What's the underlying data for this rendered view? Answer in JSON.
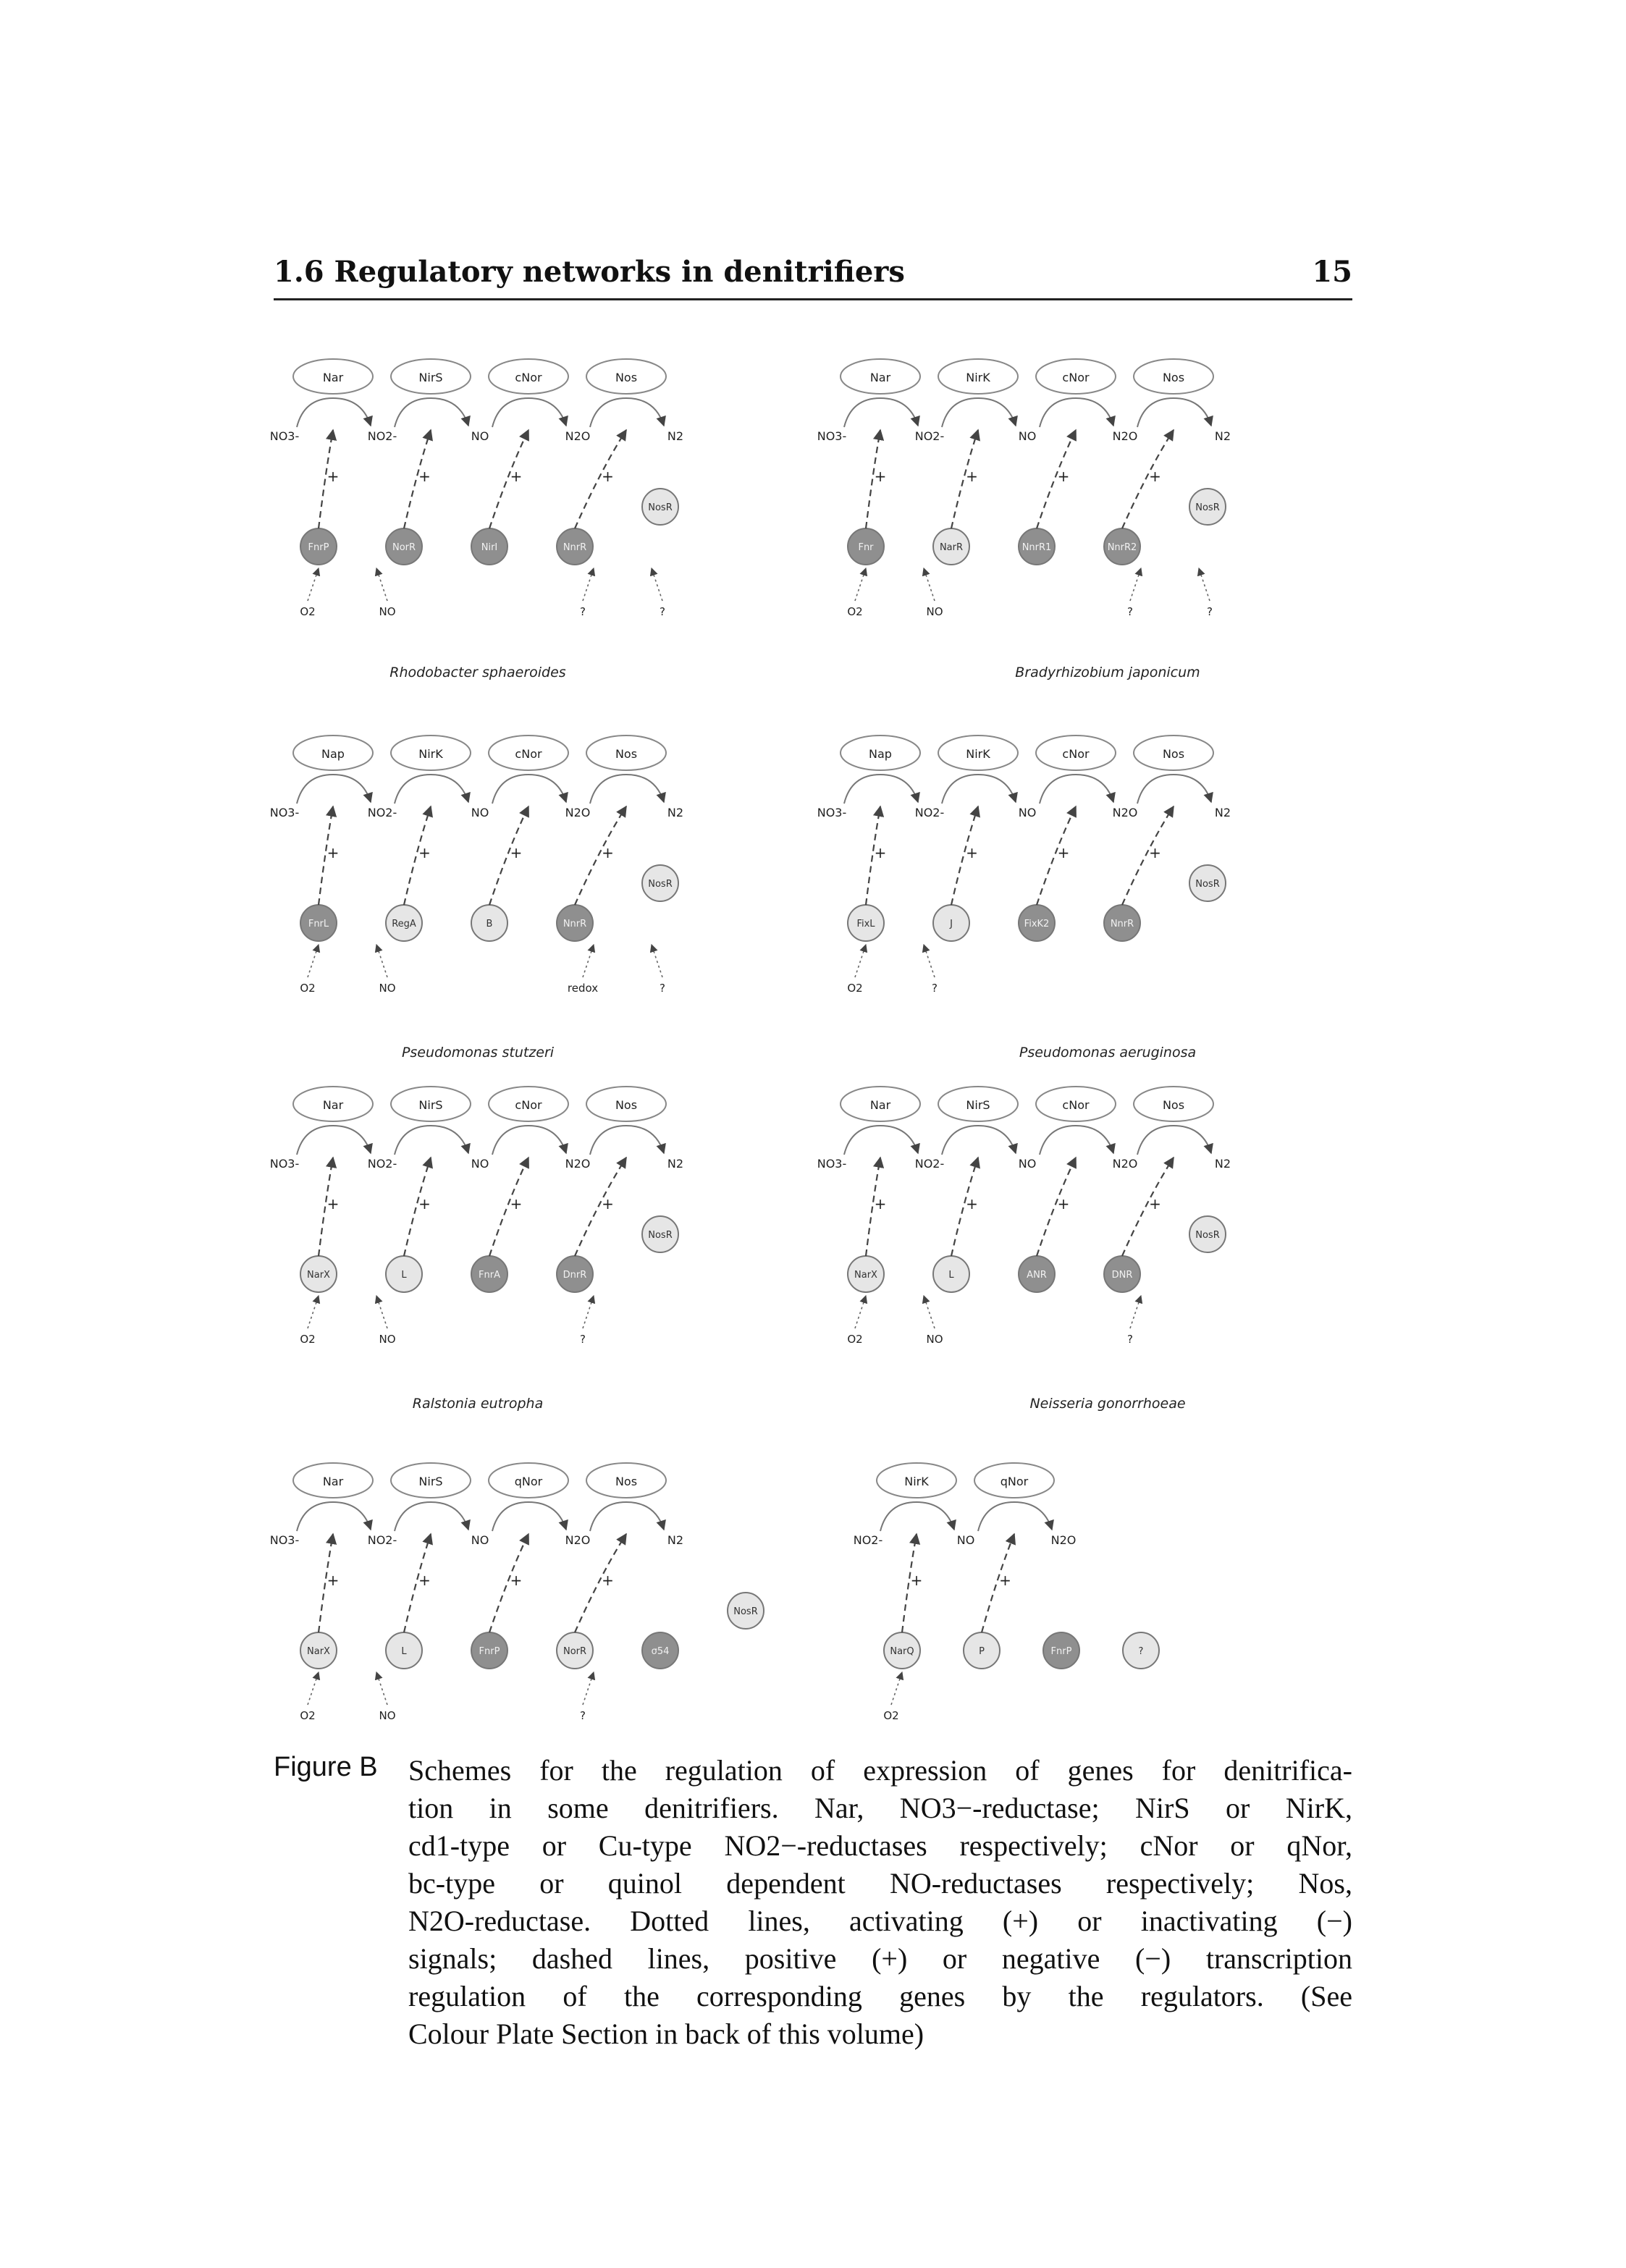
{
  "header": {
    "section_title": "1.6 Regulatory networks in denitrifiers",
    "page_number": "15"
  },
  "panels": [
    {
      "species": "Rhodobacter sphaeroides",
      "enzymes": [
        "Nar",
        "NirS",
        "cNor",
        "Nos"
      ],
      "substrates": [
        "NO3-",
        "NO2-",
        "NO",
        "N2O",
        "N2"
      ],
      "regulators": [
        "FnrP",
        "NorR",
        "NirI",
        "NnrR",
        "NosR"
      ],
      "signals": [
        "O2",
        "NO",
        "?",
        "?"
      ]
    },
    {
      "species": "Bradyrhizobium japonicum",
      "enzymes": [
        "Nar",
        "NirK",
        "cNor",
        "Nos"
      ],
      "substrates": [
        "NO3-",
        "NO2-",
        "NO",
        "N2O",
        "N2"
      ],
      "regulators": [
        "Fnr",
        "NarR",
        "NnrR1",
        "NnrR2",
        "NosR"
      ],
      "signals": [
        "O2",
        "NO",
        "?",
        "?"
      ]
    },
    {
      "species": "Pseudomonas stutzeri",
      "enzymes": [
        "Nap",
        "NirK",
        "cNor",
        "Nos"
      ],
      "substrates": [
        "NO3-",
        "NO2-",
        "NO",
        "N2O",
        "N2"
      ],
      "regulators": [
        "FnrL",
        "RegA",
        "B",
        "NnrR",
        "NosR"
      ],
      "signals": [
        "O2",
        "NO",
        "redox",
        "?"
      ]
    },
    {
      "species": "Pseudomonas aeruginosa",
      "enzymes": [
        "Nap",
        "NirK",
        "cNor",
        "Nos"
      ],
      "substrates": [
        "NO3-",
        "NO2-",
        "NO",
        "N2O",
        "N2"
      ],
      "regulators": [
        "FixL",
        "J",
        "FixK2",
        "NnrR",
        "NosR"
      ],
      "signals": [
        "O2",
        "?"
      ]
    },
    {
      "species": "Ralstonia eutropha",
      "enzymes": [
        "Nar",
        "NirS",
        "cNor",
        "Nos"
      ],
      "substrates": [
        "NO3-",
        "NO2-",
        "NO",
        "N2O",
        "N2"
      ],
      "regulators": [
        "NarX",
        "L",
        "FnrA",
        "DnrR",
        "NosR"
      ],
      "signals": [
        "O2",
        "NO",
        "?"
      ]
    },
    {
      "species": "Neisseria gonorrhoeae",
      "enzymes": [
        "Nar",
        "NirS",
        "cNor",
        "Nos"
      ],
      "substrates": [
        "NO3-",
        "NO2-",
        "NO",
        "N2O",
        "N2"
      ],
      "regulators": [
        "NarX",
        "L",
        "ANR",
        "DNR",
        "NosR"
      ],
      "signals": [
        "O2",
        "NO",
        "?"
      ]
    },
    {
      "species": "",
      "enzymes": [
        "Nar",
        "NirS",
        "qNor",
        "Nos"
      ],
      "substrates": [
        "NO3-",
        "NO2-",
        "NO",
        "N2O",
        "N2"
      ],
      "regulators": [
        "NarX",
        "L",
        "FnrP",
        "NorR",
        "σ54",
        "NosR"
      ],
      "signals": [
        "O2",
        "NO",
        "?"
      ]
    },
    {
      "species": "",
      "enzymes": [
        "NirK",
        "qNor"
      ],
      "substrates": [
        "NO2-",
        "NO",
        "N2O"
      ],
      "regulators": [
        "NarQ",
        "P",
        "FnrP",
        "?"
      ],
      "signals": [
        "O2"
      ]
    }
  ],
  "caption": {
    "label": "Figure B",
    "lines": [
      "Schemes for the regulation of expression of genes for denitrifica-",
      "tion in some denitrifiers. Nar, NO3−-reductase; NirS or NirK,",
      "cd1-type or Cu-type NO2−-reductases respectively; cNor or qNor,",
      "bc-type or quinol dependent NO-reductases respectively; Nos,",
      "N2O-reductase. Dotted lines, activating (+) or inactivating (−)",
      "signals; dashed lines, positive (+) or negative (−) transcription",
      "regulation of the corresponding genes by the regulators. (See",
      "Colour Plate Section in back of this volume)"
    ]
  }
}
